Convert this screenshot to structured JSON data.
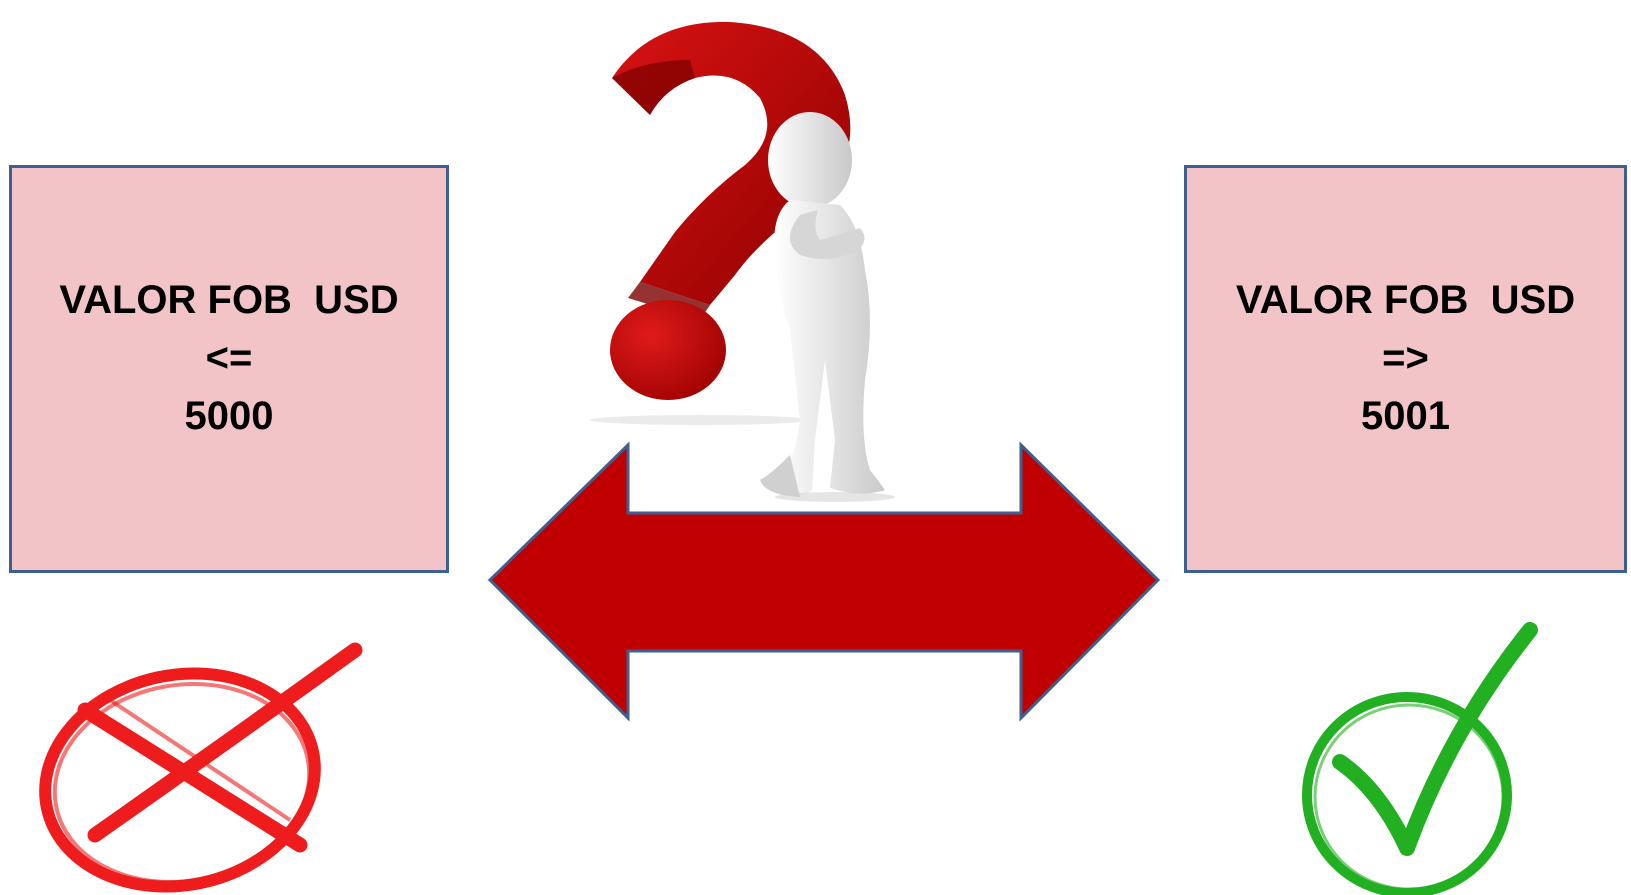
{
  "colors": {
    "box_fill": "#f2c4c8",
    "box_border": "#3f5f8f",
    "arrow_fill": "#c00000",
    "arrow_border": "#3f5f8f",
    "question_mark": "#c40000",
    "figure": "#e8e8e8",
    "cross": "#ee1c1c",
    "check": "#22b022"
  },
  "left_box": {
    "title": "VALOR FOB  USD",
    "operator": "<=",
    "value": "5000",
    "status_icon": "cross-circle-icon"
  },
  "right_box": {
    "title": "VALOR FOB  USD",
    "operator": "=>",
    "value": "5001",
    "status_icon": "check-circle-icon"
  },
  "center": {
    "icons": [
      "question-mark-icon",
      "thinking-person-figure",
      "double-arrow-icon"
    ]
  }
}
